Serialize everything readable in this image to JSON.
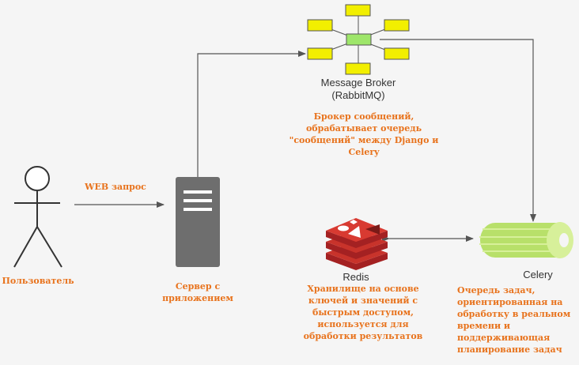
{
  "colors": {
    "background": "#f5f5f5",
    "annotation_text": "#e8731d",
    "arrow": "#555555",
    "server_body": "#6e6e6e",
    "broker_node": "#f2ef00",
    "broker_hub": "#9ee66a",
    "redis_red": "#c8332b",
    "celery_green": "#b8e06a"
  },
  "user": {
    "icon": "stick-figure-icon",
    "label": "Пользователь"
  },
  "web_request": {
    "label": "WEB запрос"
  },
  "server": {
    "icon": "server-icon",
    "label": "Сервер с приложением"
  },
  "broker": {
    "icon": "message-broker-icon",
    "title": "Message Broker",
    "subtitle": "(RabbitMQ)",
    "description": "Брокер сообщений, обрабатывает очередь \"сообщений\" между Django и Celery"
  },
  "redis": {
    "icon": "redis-icon",
    "title": "Redis",
    "description": "Хранилище на основе ключей и значений с быстрым доступом, используется для обработки результатов"
  },
  "celery": {
    "icon": "celery-icon",
    "title": "Celery",
    "description": "Очередь задач, ориентированная на обработку в реальном времени и поддерживающая планирование задач"
  }
}
